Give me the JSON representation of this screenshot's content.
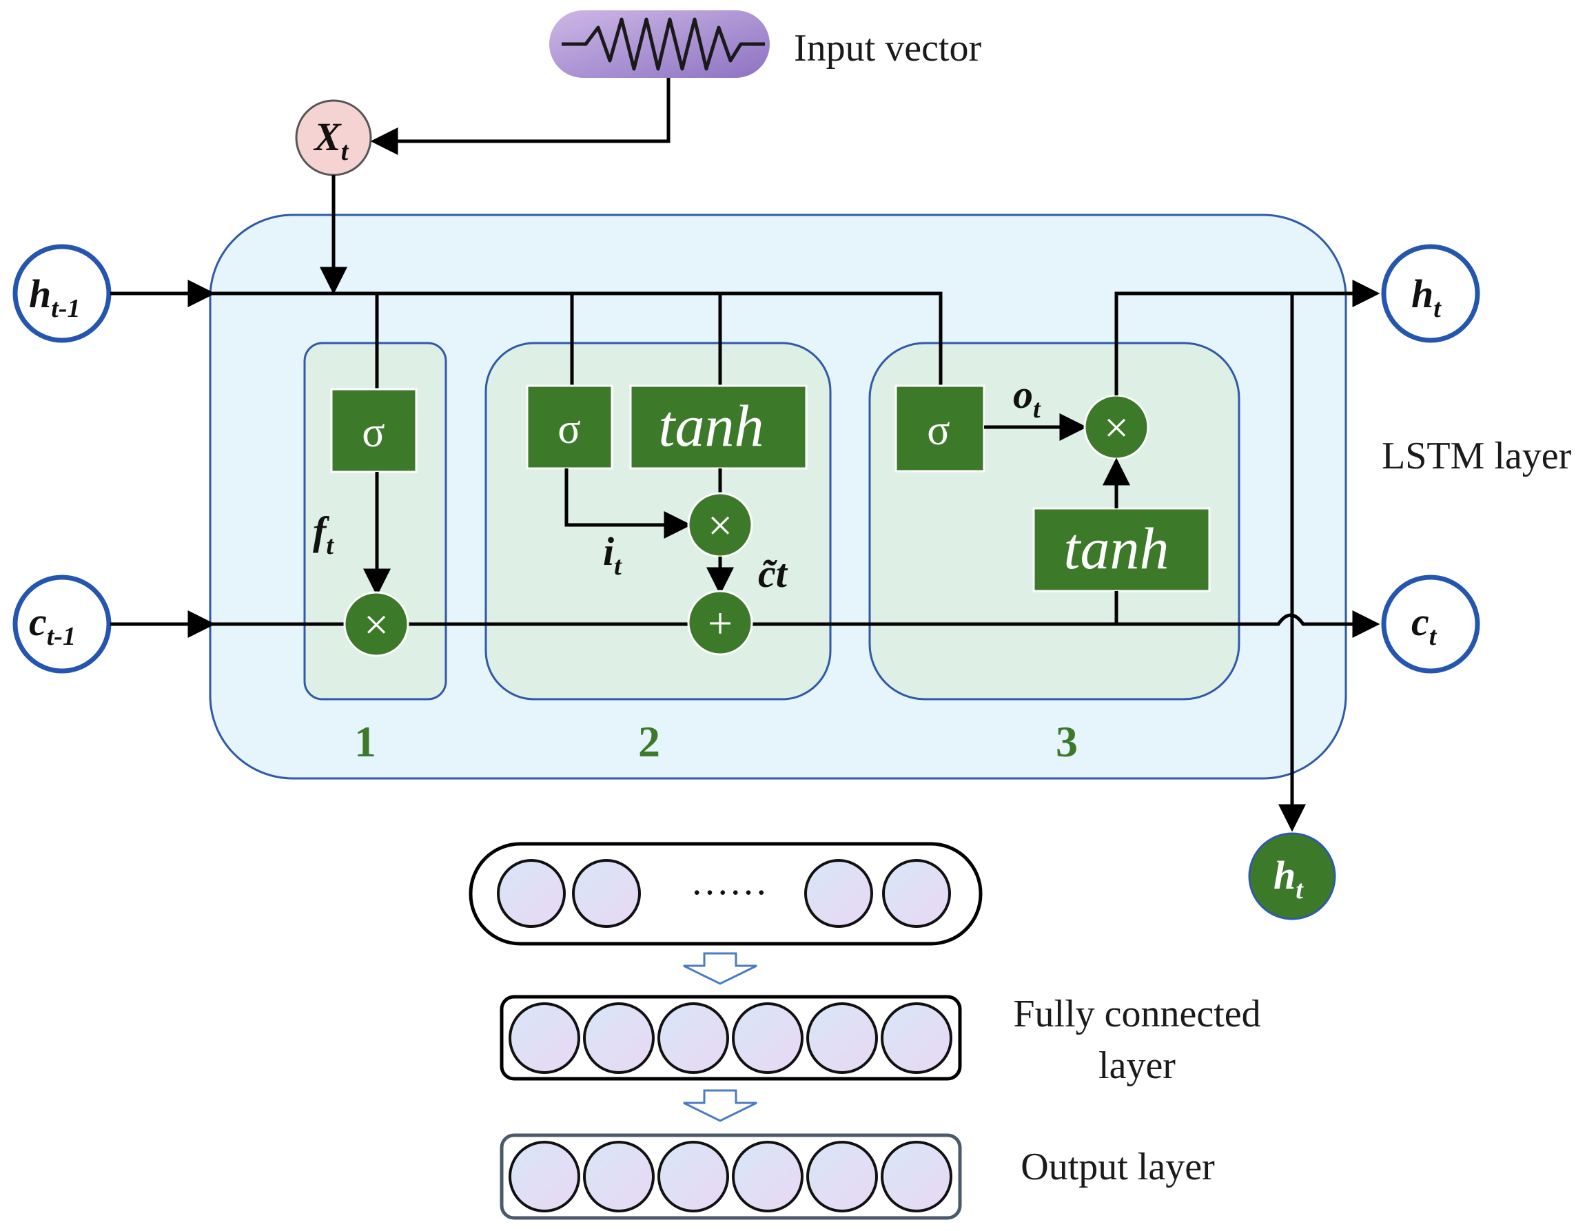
{
  "labels": {
    "input_vector": "Input vector",
    "lstm_layer": "LSTM layer",
    "fc_layer_line1": "Fully connected",
    "fc_layer_line2": "layer",
    "output_layer": "Output layer",
    "dots": "……"
  },
  "nodes": {
    "x_t": {
      "base": "X",
      "sub": "t"
    },
    "h_prev": {
      "base": "h",
      "sub": "t-1"
    },
    "c_prev": {
      "base": "c",
      "sub": "t-1"
    },
    "h_out": {
      "base": "h",
      "sub": "t"
    },
    "c_out": {
      "base": "c",
      "sub": "t"
    },
    "h_down": {
      "base": "h",
      "sub": "t"
    }
  },
  "gates": {
    "sigma": "σ",
    "tanh": "tanh",
    "multiply": "×",
    "add": "+"
  },
  "signals": {
    "f_t": {
      "base": "f",
      "sub": "t"
    },
    "i_t": {
      "base": "i",
      "sub": "t"
    },
    "c_tilde": "c̃t",
    "o_t": {
      "base": "o",
      "sub": "t"
    }
  },
  "sections": [
    "1",
    "2",
    "3"
  ],
  "colors": {
    "gate_green": "#3c7a2a",
    "cell_fill": "#e6f4fb",
    "cell_stroke": "#2e5aa8",
    "section_fill": "#deefe6",
    "node_stroke": "#2456b0",
    "x_fill": "#f6d3d3",
    "neuron_fill": "#dfe0f7"
  }
}
